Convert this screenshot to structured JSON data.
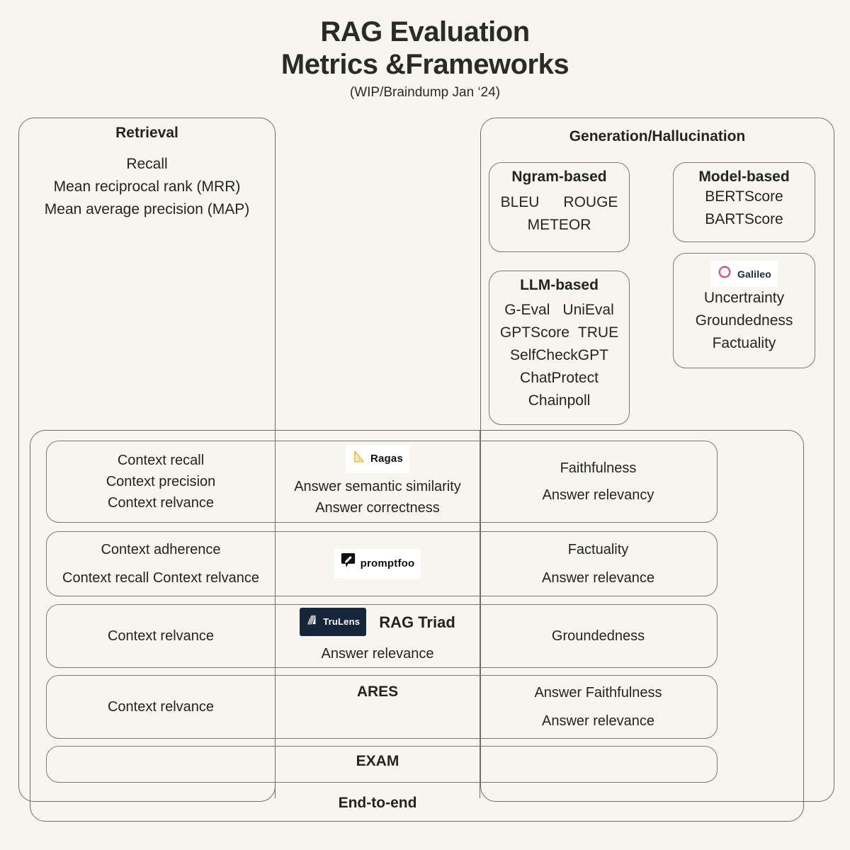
{
  "title": {
    "line1": "RAG Evaluation",
    "line2": "Metrics &Frameworks",
    "subtitle": "(WIP/Braindump Jan ‘24)"
  },
  "colors": {
    "background": "#f7f5f0",
    "text": "#24241e",
    "border": "#6e6e66",
    "galileo_accent": "#b02fbe",
    "ragas_accent": "#f5c344",
    "promptfoo_accent": "#111111",
    "trulens_accent": "#16263a"
  },
  "retrieval": {
    "title": "Retrieval",
    "items": [
      "Recall",
      "Mean reciprocal rank (MRR)",
      "Mean average precision (MAP)"
    ]
  },
  "generation": {
    "title": "Generation/Hallucination",
    "ngram": {
      "title": "Ngram-based",
      "row1": [
        "BLEU",
        "ROUGE"
      ],
      "row2": [
        "METEOR"
      ]
    },
    "model_based": {
      "title": "Model-based",
      "items": [
        "BERTScore",
        "BARTScore"
      ]
    },
    "llm_based": {
      "title": "LLM-based",
      "row1": [
        "G-Eval",
        "UniEval"
      ],
      "row2": [
        "GPTScore",
        "TRUE"
      ],
      "row3": [
        "SelfCheckGPT"
      ],
      "row4": [
        "ChatProtect"
      ],
      "row5": [
        "Chainpoll"
      ]
    },
    "galileo": {
      "logo_label": "Galileo",
      "items": [
        "Uncertrainty",
        "Groundedness",
        "Factuality"
      ]
    }
  },
  "end_to_end": {
    "label": "End-to-end",
    "rows": [
      {
        "name": "ragas",
        "logo_label": "Ragas",
        "left": [
          "Context recall",
          "Context precision",
          "Context relvance"
        ],
        "middle": [
          "Answer semantic similarity",
          "Answer correctness"
        ],
        "right": [
          "Faithfulness",
          "Answer relevancy"
        ]
      },
      {
        "name": "promptfoo",
        "logo_label": "promptfoo",
        "left": [
          "Context adherence",
          "Context recall  Context relvance"
        ],
        "middle": [],
        "right": [
          "Factuality",
          "Answer relevance"
        ]
      },
      {
        "name": "trulens",
        "logo_label": "TruLens",
        "logo_caption": "RAG Triad",
        "left": [
          "Context relvance"
        ],
        "middle": [
          "Answer relevance"
        ],
        "right": [
          "Groundedness"
        ]
      },
      {
        "name": "ares",
        "logo_label": "ARES",
        "left": [
          "Context relvance"
        ],
        "middle": [],
        "right": [
          "Answer Faithfulness",
          "Answer relevance"
        ]
      },
      {
        "name": "exam",
        "logo_label": "EXAM",
        "left": [],
        "middle": [],
        "right": []
      }
    ]
  }
}
